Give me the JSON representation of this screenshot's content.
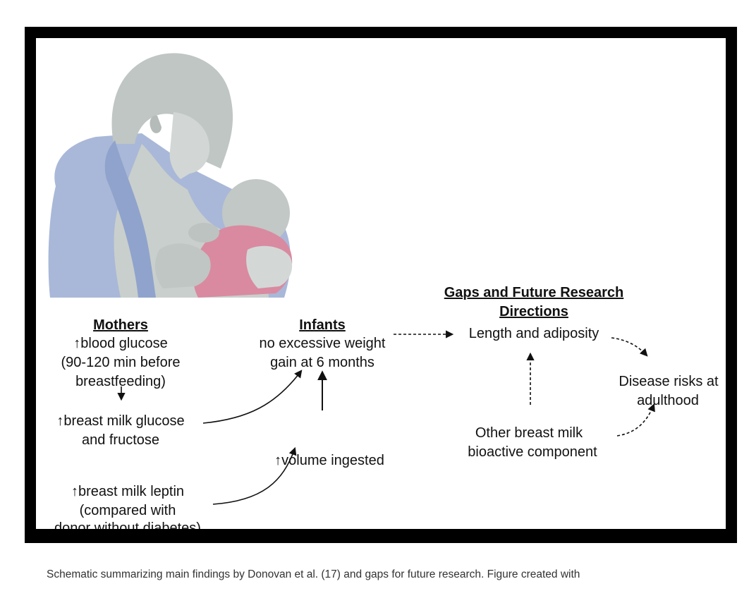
{
  "diagram": {
    "mothers": {
      "heading": "Mothers",
      "glucose_line1": "↑blood glucose",
      "glucose_line2": "(90-120 min before",
      "glucose_line3": "breastfeeding)",
      "milk_glucose_line1": "↑breast milk glucose",
      "milk_glucose_line2": "and fructose",
      "leptin_line1": "↑breast milk leptin",
      "leptin_line2": "(compared with",
      "leptin_line3": "donor without diabetes)"
    },
    "infants": {
      "heading": "Infants",
      "weight_line1": "no excessive weight",
      "weight_line2": "gain at 6 months",
      "volume": "↑volume ingested"
    },
    "gaps": {
      "heading_line1": "Gaps and Future Research",
      "heading_line2": "Directions",
      "length": "Length and adiposity",
      "disease_line1": "Disease risks at",
      "disease_line2": "adulthood",
      "other_line1": "Other breast milk",
      "other_line2": "bioactive component"
    },
    "colors": {
      "frame": "#000000",
      "body_gray": "#c9cfcc",
      "robe_blue": "#a9b8d8",
      "infant_pink": "#d98aa0",
      "arrow": "#111111"
    }
  },
  "caption": "Schematic summarizing main findings by Donovan et al. (17) and gaps for future research. Figure created with"
}
